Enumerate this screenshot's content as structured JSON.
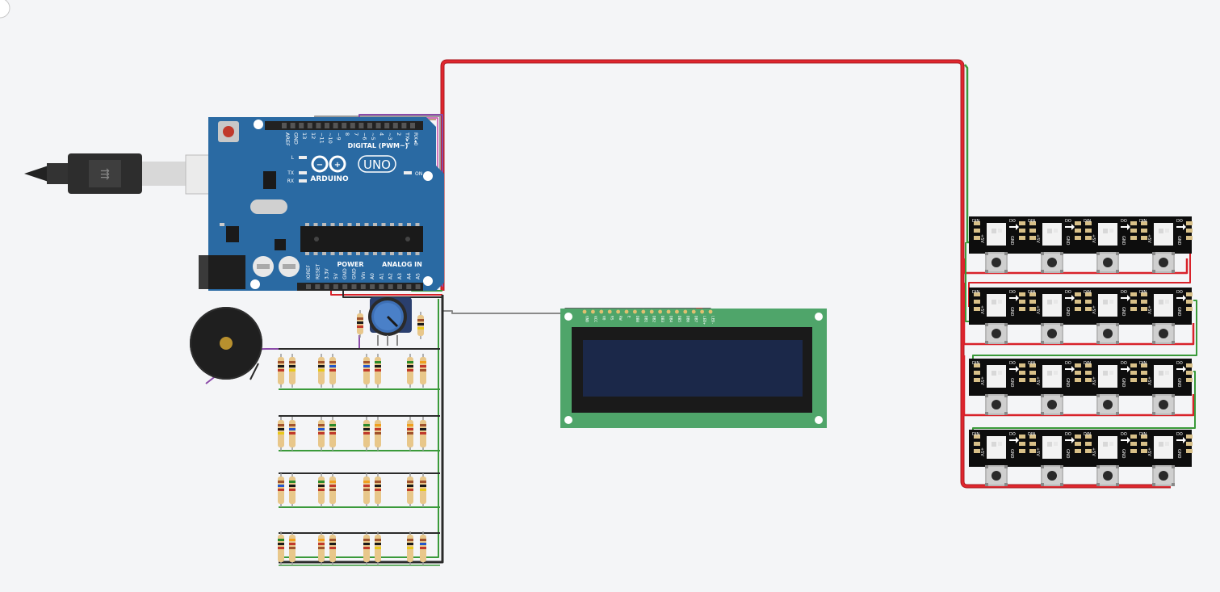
{
  "arduino": {
    "brand": "ARDUINO",
    "model": "UNO",
    "digital_label": "DIGITAL (PWM~)",
    "power_label": "POWER",
    "analog_label": "ANALOG IN",
    "on_label": "ON",
    "l_label": "L",
    "tx_label": "TX",
    "rx_label": "RX",
    "top_pins": [
      "AREF",
      "GND",
      "13",
      "12",
      "~11",
      "~10",
      "~9",
      "8",
      "7",
      "~6",
      "~5",
      "4",
      "~3",
      "2",
      "TX▸1",
      "RX◂0"
    ],
    "bottom_pins": [
      "IOREF",
      "RESET",
      "3.3V",
      "5V",
      "GND",
      "GND",
      "Vin",
      "A0",
      "A1",
      "A2",
      "A3",
      "A4",
      "A5"
    ]
  },
  "lcd": {
    "pins": [
      "GND",
      "VCC",
      "V0",
      "RS",
      "RW",
      "E",
      "DB0",
      "DB1",
      "DB2",
      "DB3",
      "DB4",
      "DB5",
      "DB6",
      "DB7",
      "LED+",
      "LED-"
    ]
  },
  "neopixel": {
    "din": "DIN",
    "dout": "DO",
    "plus5v": "+5V",
    "gnd": "GND"
  },
  "colors": {
    "board": "#2a6aa3",
    "wire_red": "#d8222a",
    "wire_green": "#3a9a3a",
    "wire_black": "#2a2a2a",
    "wire_purple": "#8a4aa8",
    "wire_gray": "#8a8a8a",
    "lcd_pcb": "#4fa56a",
    "lcd_screen": "#1b2849"
  }
}
